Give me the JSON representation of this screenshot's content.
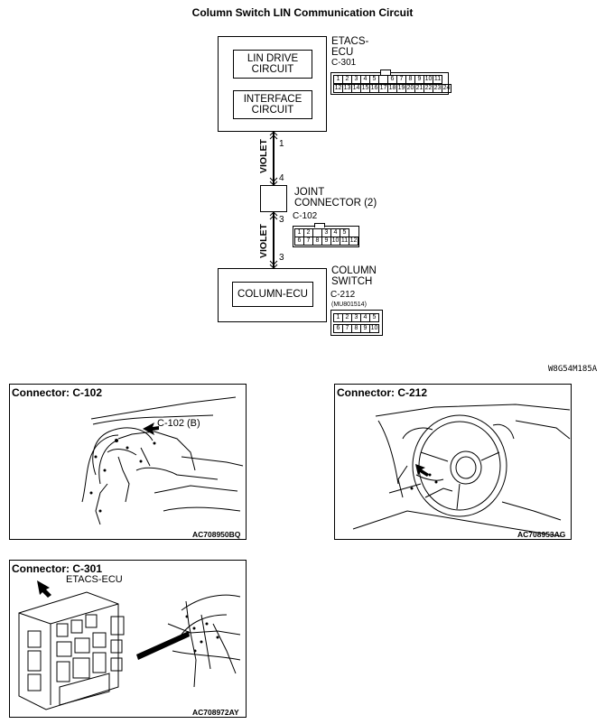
{
  "title": "Column Switch LIN Communication Circuit",
  "etacs": {
    "name_line1": "ETACS-",
    "name_line2": "ECU",
    "connector": "C-301",
    "block1_line1": "LIN DRIVE",
    "block1_line2": "CIRCUIT",
    "block2_line1": "INTERFACE",
    "block2_line2": "CIRCUIT",
    "pins_row1": [
      "1",
      "2",
      "3",
      "4",
      "5",
      "",
      "6",
      "7",
      "8",
      "9",
      "10",
      "11"
    ],
    "pins_row2": [
      "12",
      "13",
      "14",
      "15",
      "16",
      "17",
      "18",
      "19",
      "20",
      "21",
      "22",
      "23",
      "24"
    ]
  },
  "wire1": {
    "color": "VIOLET",
    "pin_top": "1",
    "pin_bottom": "4"
  },
  "joint": {
    "name_line1": "JOINT",
    "name_line2": "CONNECTOR (2)",
    "connector": "C-102",
    "pins_row1": [
      "1",
      "2",
      "",
      "3",
      "4",
      "5"
    ],
    "pins_row2": [
      "6",
      "7",
      "8",
      "9",
      "10",
      "11",
      "12"
    ]
  },
  "wire2": {
    "color": "VIOLET",
    "pin_top": "3",
    "pin_bottom": "3"
  },
  "column": {
    "name_line1": "COLUMN",
    "name_line2": "SWITCH",
    "connector": "C-212",
    "part_no": "(MU801514)",
    "block": "COLUMN-ECU",
    "pins_row1": [
      "1",
      "2",
      "3",
      "4",
      "5"
    ],
    "pins_row2": [
      "6",
      "7",
      "8",
      "9",
      "10"
    ]
  },
  "diagram_code": "W8G54M185A",
  "panels": {
    "c102": {
      "title": "Connector: C-102",
      "callout": "C-102 (B)",
      "code": "AC708950BQ"
    },
    "c212": {
      "title": "Connector: C-212",
      "code": "AC708953AG"
    },
    "c301": {
      "title": "Connector: C-301",
      "callout": "ETACS-ECU",
      "code": "AC708972AY"
    }
  }
}
